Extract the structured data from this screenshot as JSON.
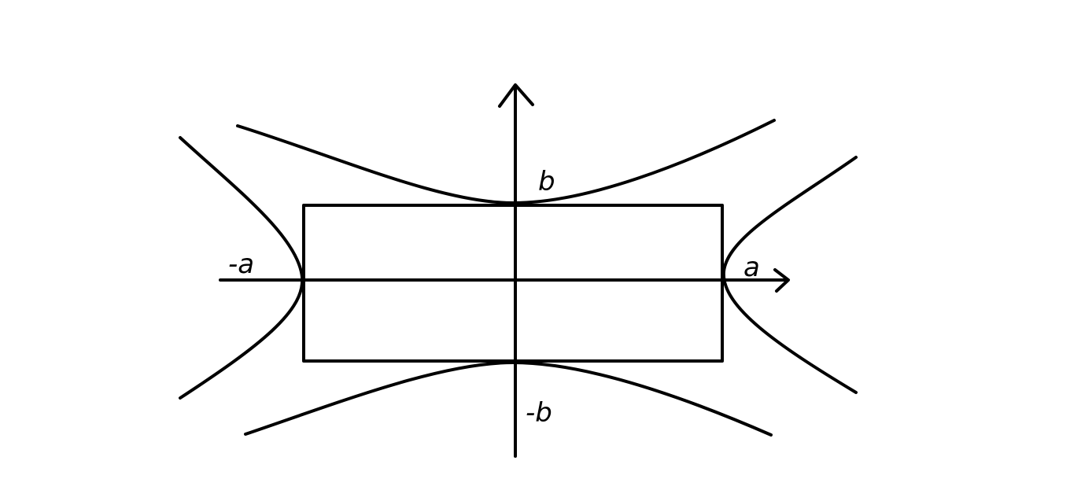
{
  "diagram": {
    "stroke_color": "#000000",
    "background": "#ffffff",
    "labels": {
      "a_neg": "-a",
      "a_pos": "a",
      "b_pos": "b",
      "b_neg": "-b"
    }
  }
}
